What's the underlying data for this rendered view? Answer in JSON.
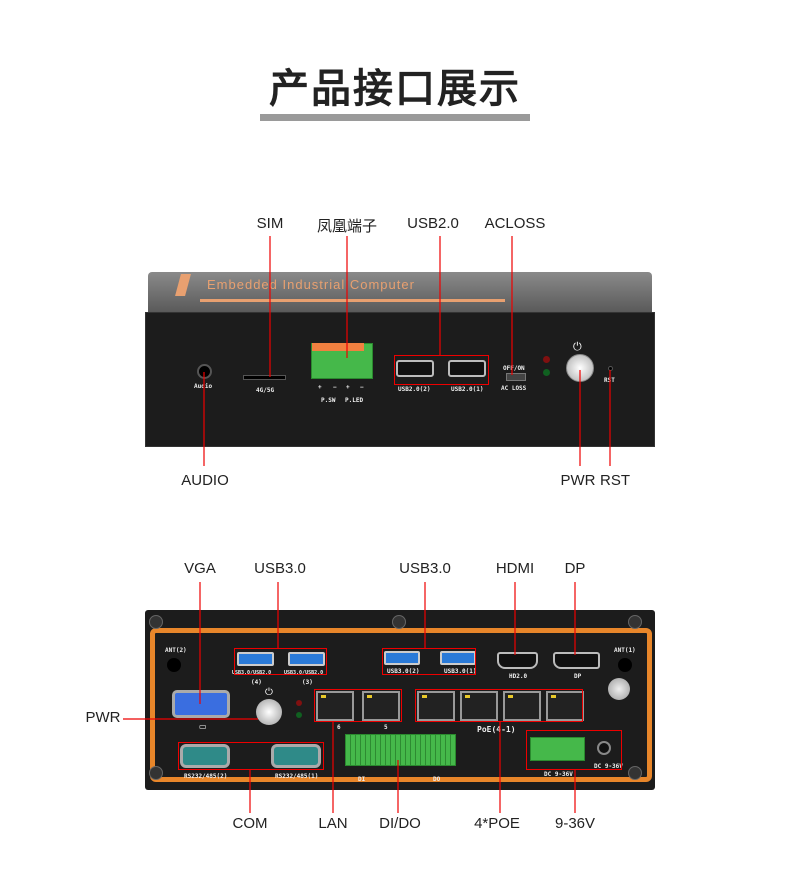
{
  "title": "产品接口展示",
  "front": {
    "brand": "Embedded Industrial Computer",
    "labels": {
      "sim": "SIM",
      "phoenix": "凤凰端子",
      "usb2": "USB2.0",
      "acloss": "ACLOSS",
      "audio": "AUDIO",
      "pwr": "PWR",
      "rst": "RST"
    },
    "silk": {
      "audio": "Audio",
      "sim": "4G/5G",
      "psw": "P.SW",
      "pled": "P.LED",
      "plus": "+",
      "minus": "−",
      "usb2_2": "USB2.0(2)",
      "usb2_1": "USB2.0(1)",
      "offon": "OFF/ON",
      "acloss": "AC LOSS",
      "rst": "RST"
    }
  },
  "rear": {
    "labels": {
      "vga": "VGA",
      "usb3a": "USB3.0",
      "usb3b": "USB3.0",
      "hdmi": "HDMI",
      "dp": "DP",
      "pwr": "PWR",
      "com": "COM",
      "lan": "LAN",
      "dido": "DI/DO",
      "poe": "4*POE",
      "dc": "9-36V"
    },
    "silk": {
      "ant2": "ANT(2)",
      "ant1": "ANT(1)",
      "usb4": "USB3.0/USB2.0",
      "usb4n": "(4)",
      "usb3": "USB3.0/USB2.0",
      "usb3n": "(3)",
      "usb3_2": "USB3.0(2)",
      "usb3_1": "USB3.0(1)",
      "hd": "HD2.0",
      "dp": "DP",
      "com2": "RS232/485(2)",
      "com1": "RS232/485(1)",
      "lan6": "6",
      "lan5": "5",
      "di": "DI",
      "do": "DO",
      "poe": "PoE(4-1)",
      "dc1": "DC 9-36V",
      "dc2": "DC 9-36V"
    }
  },
  "colors": {
    "accent": "#e00000",
    "orange": "#e8862a",
    "body": "#1c1c1c"
  }
}
